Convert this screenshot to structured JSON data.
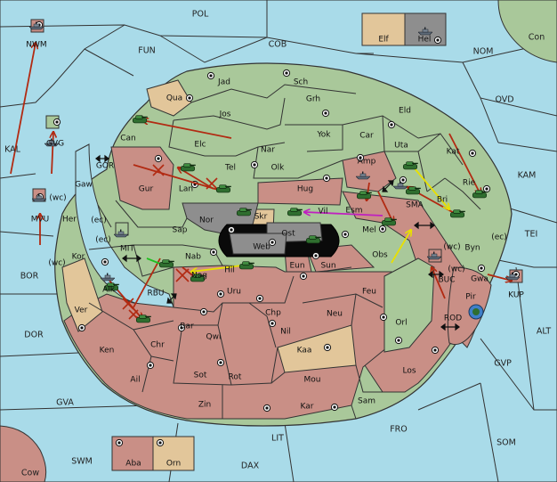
{
  "colors": {
    "sea": "#a9dbe9",
    "neutral": "#a9c89a",
    "player_red": "#c98f86",
    "player_tan": "#e2c69a",
    "player_gray": "#8e8e8e",
    "border": "#333333",
    "order_move": "#b22a12",
    "order_support": "#e8e000",
    "order_convoy": "#c020c0",
    "order_hold": "#20c020",
    "unit": "#2f6e2f",
    "fleet": "#5d6a78"
  },
  "sea_labels": [
    "POL",
    "COB",
    "FUN",
    "NOM",
    "Con",
    "OVD",
    "KAL",
    "KAM",
    "TEI",
    "BOR",
    "ALT",
    "DOR",
    "GVP",
    "GVA",
    "FRO",
    "LIT",
    "SOM",
    "SWM",
    "DAX",
    "Cow"
  ],
  "land_labels": [
    "Jad",
    "Sch",
    "Qua",
    "Jos",
    "Grh",
    "Eld",
    "Can",
    "Elc",
    "Nar",
    "Yok",
    "Car",
    "Uta",
    "Kat",
    "Gur",
    "Tel",
    "Olk",
    "Amp",
    "Rie",
    "Lan",
    "Hug",
    "Bri",
    "Gaw",
    "Her",
    "Nor",
    "Skr",
    "Vil",
    "Esm",
    "SMA",
    "Sap",
    "Ost",
    "Web",
    "Mel",
    "Byn",
    "Kor",
    "Nab",
    "Eun",
    "Sun",
    "Obs",
    "Hil",
    "Nog",
    "Gwa",
    "Pir",
    "Ver",
    "Alk",
    "Uru",
    "Feu",
    "Orl",
    "Bar",
    "Chp",
    "Neu",
    "Qwi",
    "Nil",
    "Ken",
    "Chr",
    "Kaa",
    "Ail",
    "Sot",
    "Rot",
    "Mou",
    "Los",
    "Zin",
    "Kar",
    "Sam",
    "Aba",
    "Orn",
    "NWM",
    "GVG",
    "MVU",
    "Elf",
    "Hel",
    "KUP",
    "MIT",
    "GOR",
    "RBU",
    "BUC",
    "ROD"
  ],
  "coast_markers": [
    "(wc)",
    "(ec)",
    "(ec)",
    "(wc)",
    "(wc)",
    "(wc)",
    "(ec)"
  ]
}
